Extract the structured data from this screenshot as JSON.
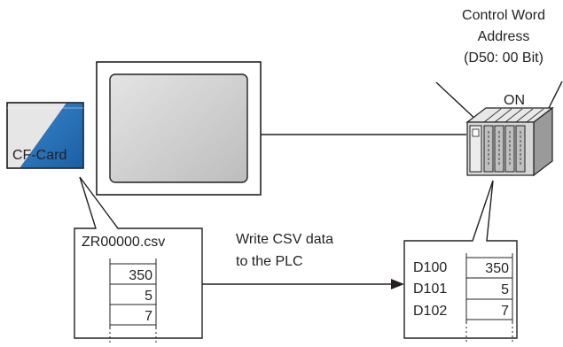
{
  "control_word": {
    "line1": "Control Word",
    "line2": "Address",
    "line3": "(D50: 00 Bit)",
    "state": "ON"
  },
  "cf_card": {
    "label": "CF-Card"
  },
  "csv_box": {
    "filename": "ZR00000.csv",
    "values": [
      "350",
      "5",
      "7"
    ]
  },
  "write_label": {
    "line1": "Write CSV data",
    "line2": "to the PLC"
  },
  "plc_box": {
    "rows": [
      {
        "address": "D100",
        "value": "350"
      },
      {
        "address": "D101",
        "value": "5"
      },
      {
        "address": "D102",
        "value": "7"
      }
    ]
  },
  "colors": {
    "card_blue": "#1f6fb8",
    "screen_gray": "#cfcfcf",
    "plc_gray": "#d6d6d6",
    "stroke": "#231f20"
  }
}
